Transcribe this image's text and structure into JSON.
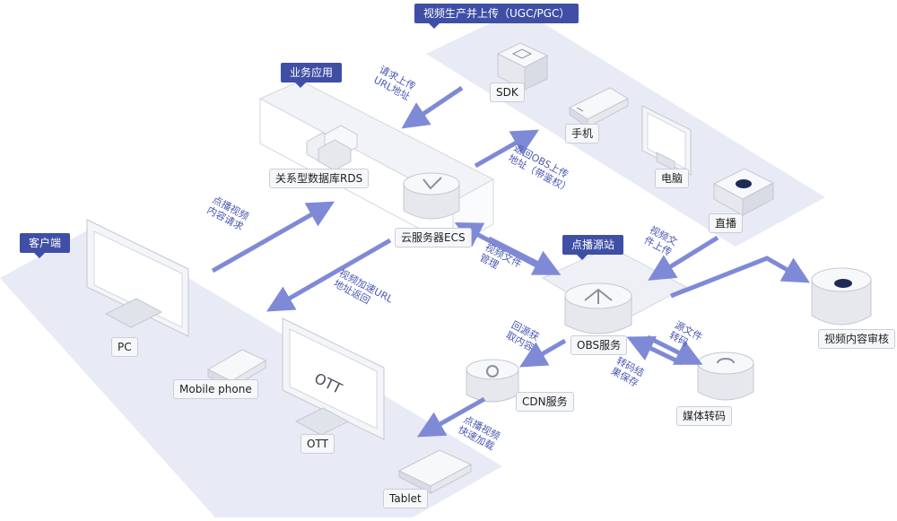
{
  "colors": {
    "tag_bg": "#3f4fa5",
    "arrow": "#7f8ad6",
    "band": "#e7e9f6",
    "device": "#eef0f4"
  },
  "zones": {
    "production": "视频生产并上传（UGC/PGC）",
    "business": "业务应用",
    "client": "客户端",
    "vod": "点播源站"
  },
  "nodes": {
    "sdk": "SDK",
    "phone": "手机",
    "computer": "电脑",
    "live": "直播",
    "rds": "关系型数据库RDS",
    "ecs": "云服务器ECS",
    "obs": "OBS服务",
    "cdn": "CDN服务",
    "transcode": "媒体转码",
    "review": "视频内容审核",
    "pc": "PC",
    "mobile": "Mobile phone",
    "ott": "OTT",
    "ott_screen": "OTT",
    "tablet": "Tablet"
  },
  "flows": {
    "request_upload": [
      "请求上传",
      "URL地址"
    ],
    "return_obs": [
      "返回OBS上传",
      "地址（带鉴权）"
    ],
    "vod_request": [
      "点播视频",
      "内容请求"
    ],
    "accel_url": [
      "视频加速URL",
      "地址返回"
    ],
    "file_mgmt": [
      "视频文件",
      "管理"
    ],
    "file_upload": [
      "视频文",
      "件上传"
    ],
    "origin_fetch": [
      "回源获",
      "取内容"
    ],
    "source_transcode": [
      "源文件",
      "转码"
    ],
    "transcode_store": [
      "转码结",
      "果保存"
    ],
    "fast_load": [
      "点播视频",
      "快速加载"
    ]
  }
}
